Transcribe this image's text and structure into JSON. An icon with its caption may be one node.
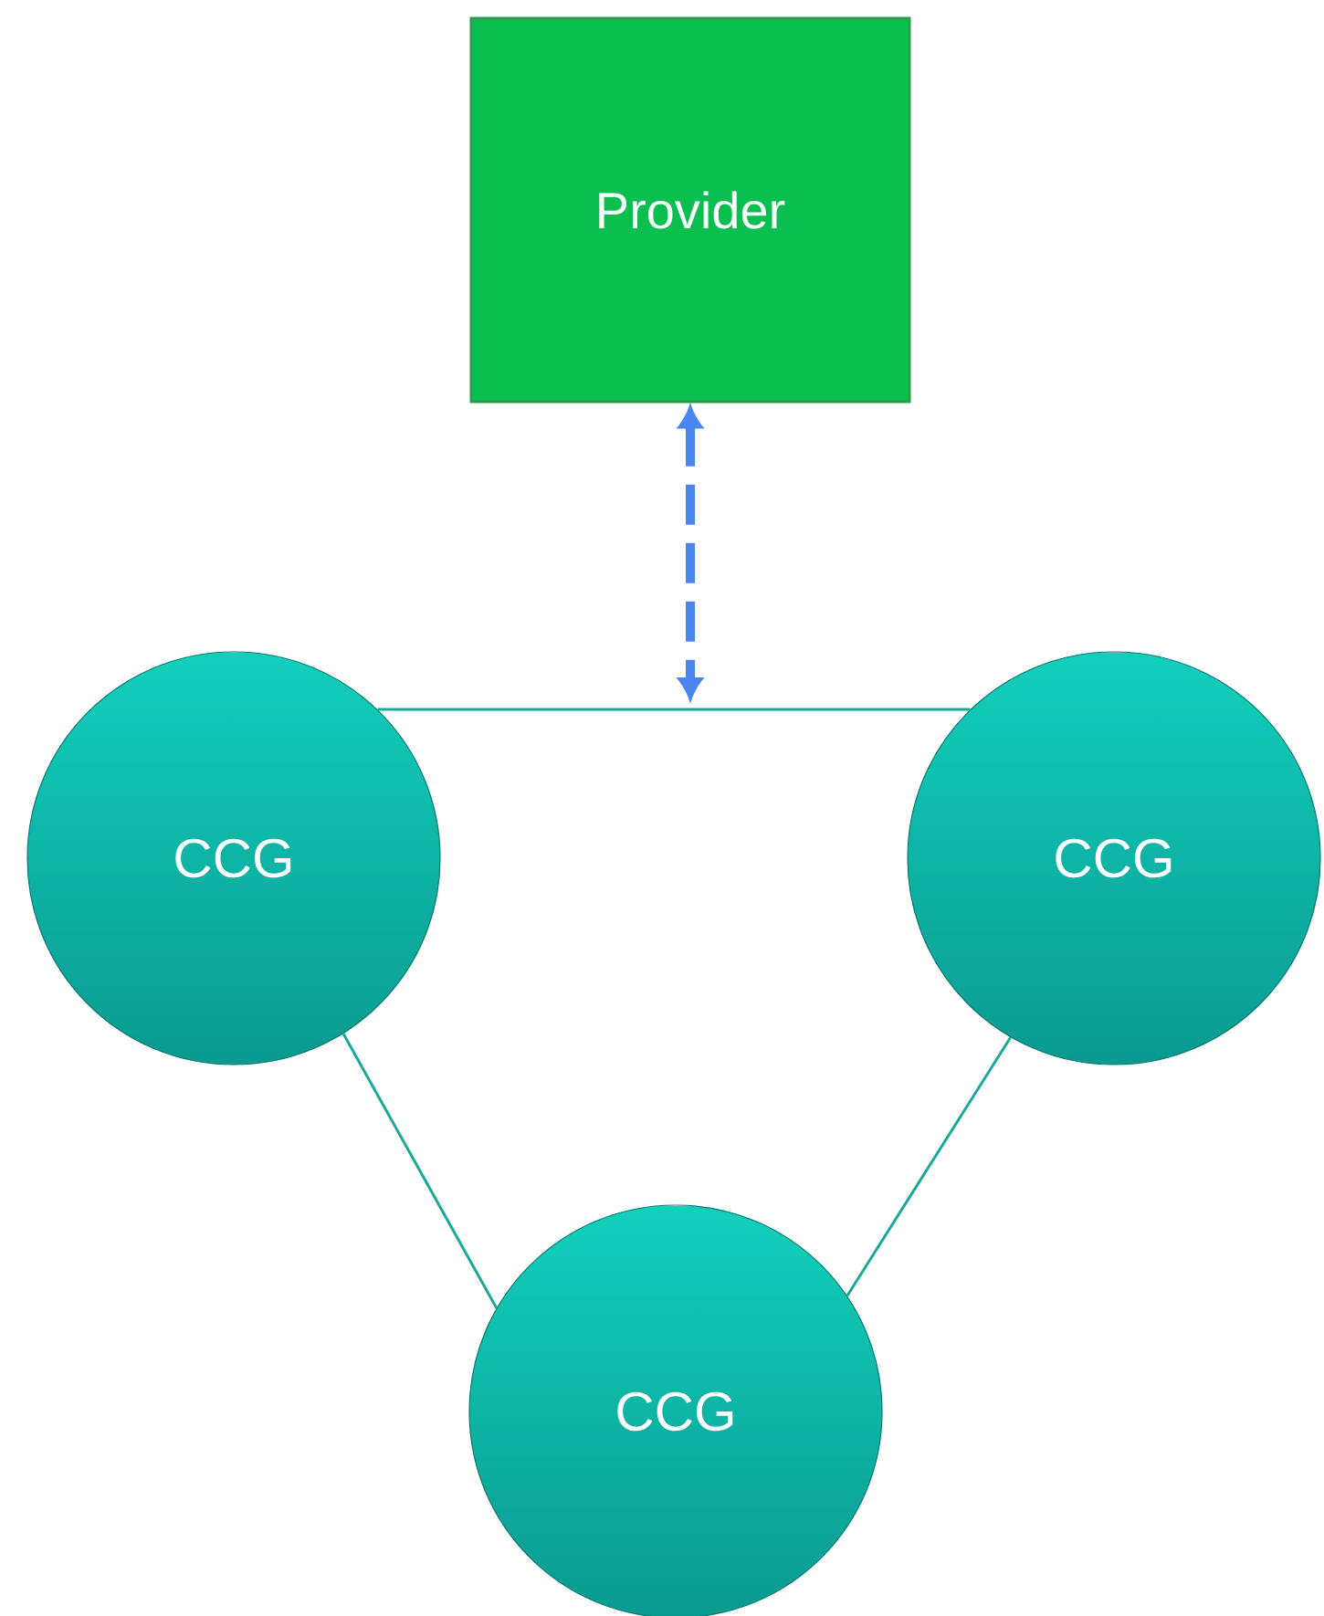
{
  "diagram": {
    "nodes": [
      {
        "text": [
          "Provider"
        ]
      },
      {
        "text": [
          "CCG"
        ]
      },
      {
        "text": [
          "CCG"
        ]
      },
      {
        "text": [
          "CCG"
        ]
      }
    ],
    "edges": [
      {
        "from": 1,
        "to": 2,
        "arrow": "none"
      },
      {
        "from": 1,
        "to": 3,
        "arrow": "none"
      },
      {
        "from": 2,
        "to": 3,
        "arrow": "none"
      },
      {
        "from": 0,
        "to": null,
        "arrow": "both",
        "style": "dashed",
        "color": "#4a86f0"
      }
    ]
  }
}
